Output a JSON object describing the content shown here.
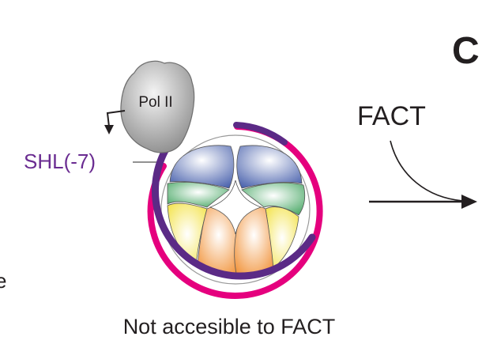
{
  "labels": {
    "pol": "Pol II",
    "shl": "SHL(-7)",
    "fact": "FACT",
    "panel": "C",
    "edge": "e",
    "caption": "Not accesible to FACT"
  },
  "colors": {
    "dna_purple": "#5b2a86",
    "dna_magenta": "#e5007e",
    "shl_text": "#6a2c91",
    "blue": "#4a62ad",
    "green": "#3fa35d",
    "yellow": "#f2e03a",
    "orange": "#f08a2a"
  }
}
